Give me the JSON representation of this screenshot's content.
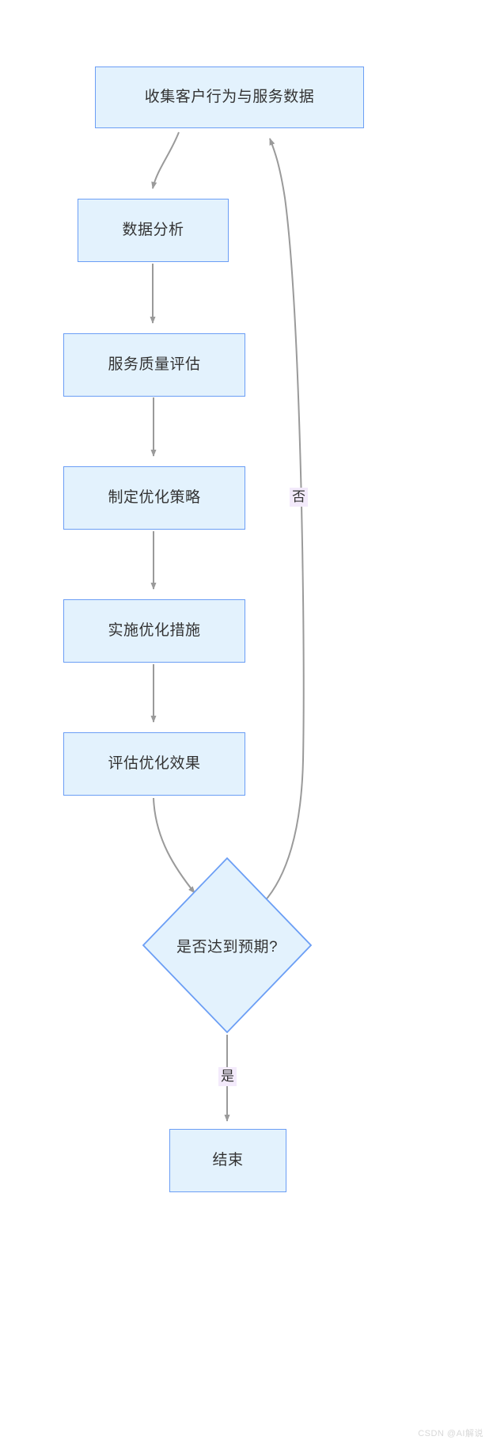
{
  "diagram": {
    "type": "flowchart",
    "direction": "top-to-bottom",
    "title_visible": false,
    "theme": {
      "node_fill": "#e3f2fd",
      "node_stroke": "#6b9ef5",
      "edge_stroke": "#999999",
      "text_color": "#333333",
      "edge_label_background": "#f3eafb",
      "canvas_background": "#ffffff"
    },
    "nodes": [
      {
        "id": "n1",
        "label": "收集客户行为与服务数据",
        "shape": "rect"
      },
      {
        "id": "n2",
        "label": "数据分析",
        "shape": "rect"
      },
      {
        "id": "n3",
        "label": "服务质量评估",
        "shape": "rect"
      },
      {
        "id": "n4",
        "label": "制定优化策略",
        "shape": "rect"
      },
      {
        "id": "n5",
        "label": "实施优化措施",
        "shape": "rect"
      },
      {
        "id": "n6",
        "label": "评估优化效果",
        "shape": "rect"
      },
      {
        "id": "n7",
        "label": "是否达到预期?",
        "shape": "diamond"
      },
      {
        "id": "n8",
        "label": "结束",
        "shape": "rect"
      }
    ],
    "edges": [
      {
        "from": "n1",
        "to": "n2",
        "label": ""
      },
      {
        "from": "n2",
        "to": "n3",
        "label": ""
      },
      {
        "from": "n3",
        "to": "n4",
        "label": ""
      },
      {
        "from": "n4",
        "to": "n5",
        "label": ""
      },
      {
        "from": "n5",
        "to": "n6",
        "label": ""
      },
      {
        "from": "n6",
        "to": "n7",
        "label": ""
      },
      {
        "from": "n7",
        "to": "n1",
        "label": "否"
      },
      {
        "from": "n7",
        "to": "n8",
        "label": "是"
      }
    ],
    "edge_labels": {
      "no": "否",
      "yes": "是"
    }
  },
  "watermark": {
    "text": "CSDN @AI解说"
  }
}
